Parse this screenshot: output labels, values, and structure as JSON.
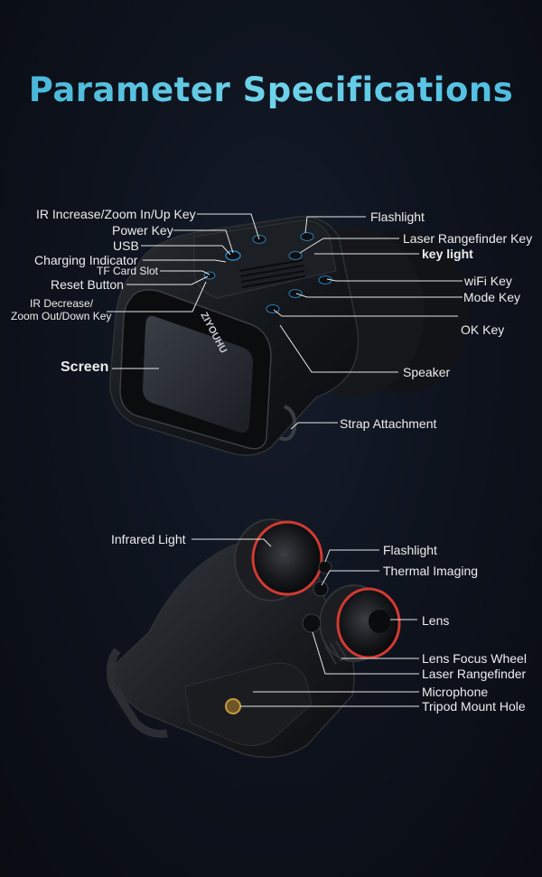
{
  "title": "Parameter Specifications",
  "top_device": {
    "brand": "ZIYOUHU",
    "labels": {
      "ir_increase": "IR Increase/Zoom In/Up Key",
      "power": "Power Key",
      "usb": "USB",
      "charging": "Charging Indicator",
      "tf_card": "TF Card Slot",
      "reset": "Reset Button",
      "ir_decrease_1": "IR Decrease/",
      "ir_decrease_2": "Zoom Out/Down Key",
      "screen": "Screen",
      "flashlight": "Flashlight",
      "laser_key": "Laser Rangefinder Key",
      "key_light": "key light",
      "wifi": "wiFi Key",
      "mode": "Mode Key",
      "ok": "OK Key",
      "speaker": "Speaker",
      "strap": "Strap Attachment"
    }
  },
  "bottom_device": {
    "labels": {
      "infrared": "Infrared Light",
      "flashlight": "Flashlight",
      "thermal": "Thermal Imaging",
      "lens": "Lens",
      "focus": "Lens Focus Wheel",
      "laser": "Laser Rangefinder",
      "microphone": "Microphone",
      "tripod": "Tripod Mount Hole"
    }
  },
  "colors": {
    "title_accent": "#55c4e2",
    "lens_ring": "#d23a32",
    "background": "#0b0f18"
  }
}
